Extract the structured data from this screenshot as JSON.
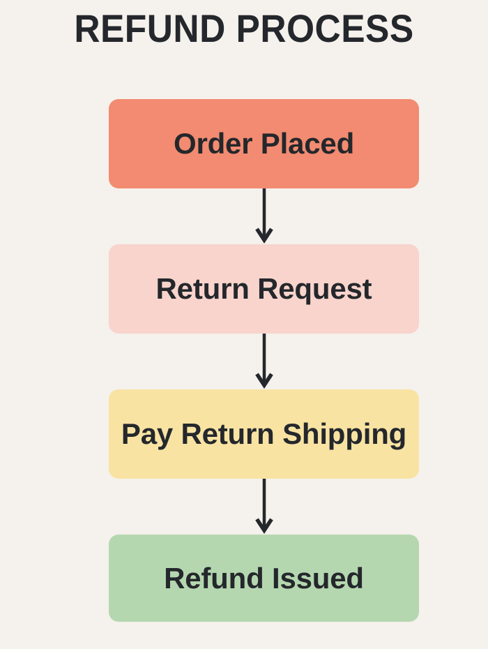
{
  "diagram": {
    "title": "REFUND PROCESS",
    "type": "flowchart",
    "orientation": "vertical-top-down",
    "background_color": "#f5f1ec",
    "text_color": "#24272b",
    "nodes": [
      {
        "id": "order-placed",
        "label": "Order Placed",
        "fill_color": "#f28b71",
        "order": 1
      },
      {
        "id": "return-request",
        "label": "Return Request",
        "fill_color": "#f8d4cd",
        "order": 2
      },
      {
        "id": "pay-return-shipping",
        "label": "Pay Return Shipping",
        "fill_color": "#f8e3a3",
        "order": 3
      },
      {
        "id": "refund-issued",
        "label": "Refund Issued",
        "fill_color": "#b5d7b0",
        "order": 4
      }
    ],
    "connectors": [
      {
        "id": "arrow-1",
        "from": "order-placed",
        "to": "return-request",
        "style": "down-arrow",
        "color": "#24272b"
      },
      {
        "id": "arrow-2",
        "from": "return-request",
        "to": "pay-return-shipping",
        "style": "down-arrow",
        "color": "#24272b"
      },
      {
        "id": "arrow-3",
        "from": "pay-return-shipping",
        "to": "refund-issued",
        "style": "down-arrow",
        "color": "#24272b"
      }
    ]
  }
}
